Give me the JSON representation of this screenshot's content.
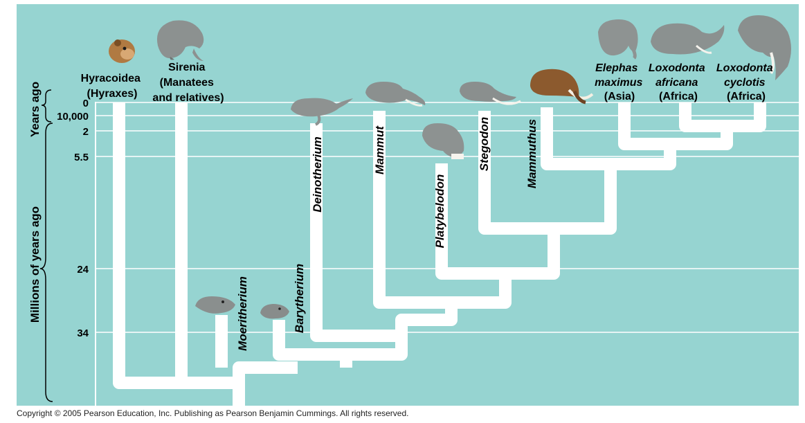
{
  "colors": {
    "background": "#96d4d1",
    "branch": "#ffffff",
    "gridline": "#ffffff",
    "text": "#000000"
  },
  "axis": {
    "years_label": "Years ago",
    "millions_label": "Millions of years ago",
    "ticks": [
      "0",
      "10,000",
      "2",
      "5.5",
      "24",
      "34"
    ]
  },
  "taxa": {
    "hyracoidea": [
      "Hyracoidea",
      "(Hyraxes)"
    ],
    "sirenia": [
      "Sirenia",
      "(Manatees",
      "and relatives)"
    ],
    "moeritherium": "Moeritherium",
    "barytherium": "Barytherium",
    "deinotherium": "Deinotherium",
    "mammut": "Mammut",
    "platybelodon": "Platybelodon",
    "stegodon": "Stegodon",
    "mammuthus": "Mammuthus",
    "elephas": [
      "Elephas",
      "maximus",
      "(Asia)"
    ],
    "loxodonta_africana": [
      "Loxodonta",
      "africana",
      "(Africa)"
    ],
    "loxodonta_cyclotis": [
      "Loxodonta",
      "cyclotis",
      "(Africa)"
    ]
  },
  "icons": [
    "hyrax-icon",
    "manatee-icon",
    "moeritherium-head-icon",
    "barytherium-head-icon",
    "deinotherium-head-icon",
    "mammut-head-icon",
    "platybelodon-head-icon",
    "stegodon-head-icon",
    "mammoth-head-icon",
    "asian-elephant-head-icon",
    "african-elephant-head-icon",
    "forest-elephant-head-icon"
  ],
  "copyright": "Copyright ©  2005 Pearson Education, Inc. Publishing as Pearson Benjamin Cummings. All rights reserved."
}
